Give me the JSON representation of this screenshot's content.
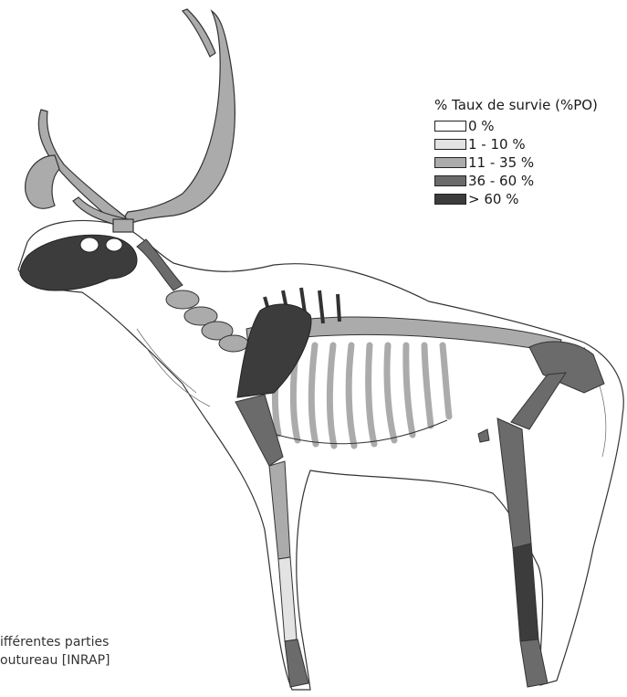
{
  "legend": {
    "title": "% Taux de survie (%PO)",
    "items": [
      {
        "label": "0 %",
        "color": "#ffffff"
      },
      {
        "label": "1 - 10 %",
        "color": "#e3e3e3"
      },
      {
        "label": "11 - 35 %",
        "color": "#ababab"
      },
      {
        "label": "36 - 60 %",
        "color": "#6b6b6b"
      },
      {
        "label": "> 60 %",
        "color": "#3c3c3c"
      }
    ]
  },
  "caption": {
    "line1": "ifférentes parties",
    "line2": "outureau [INRAP]"
  }
}
